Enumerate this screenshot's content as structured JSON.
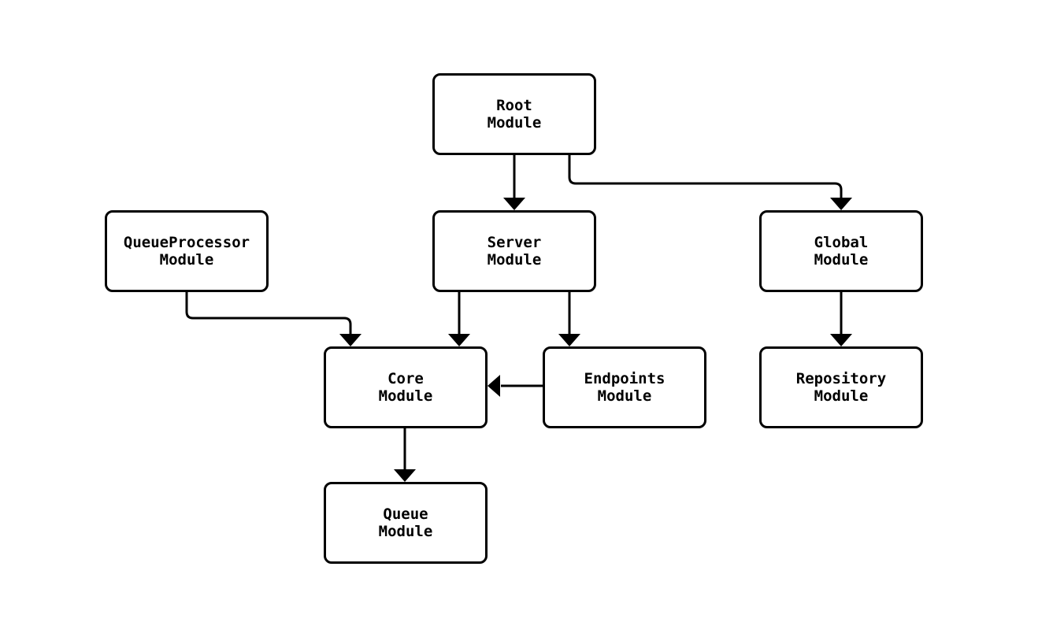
{
  "diagram": {
    "background_color": "#ffffff",
    "line_color": "#000000",
    "node_fill_color": "#ffffff",
    "text_color": "#000000",
    "nodes": [
      {
        "id": "root",
        "label": "Root\nModule"
      },
      {
        "id": "queueprocessor",
        "label": "QueueProcessor\nModule"
      },
      {
        "id": "server",
        "label": "Server\nModule"
      },
      {
        "id": "global",
        "label": "Global\nModule"
      },
      {
        "id": "core",
        "label": "Core\nModule"
      },
      {
        "id": "endpoints",
        "label": "Endpoints\nModule"
      },
      {
        "id": "repository",
        "label": "Repository\nModule"
      },
      {
        "id": "queue",
        "label": "Queue\nModule"
      }
    ],
    "edges": [
      {
        "from": "root",
        "to": "server",
        "style": "solid-arrow"
      },
      {
        "from": "root",
        "to": "global",
        "style": "solid-arrow"
      },
      {
        "from": "server",
        "to": "core",
        "style": "solid-arrow"
      },
      {
        "from": "server",
        "to": "endpoints",
        "style": "solid-arrow"
      },
      {
        "from": "queueprocessor",
        "to": "core",
        "style": "solid-arrow"
      },
      {
        "from": "endpoints",
        "to": "core",
        "style": "solid-arrow"
      },
      {
        "from": "global",
        "to": "repository",
        "style": "solid-arrow"
      },
      {
        "from": "core",
        "to": "queue",
        "style": "solid-arrow"
      }
    ]
  }
}
